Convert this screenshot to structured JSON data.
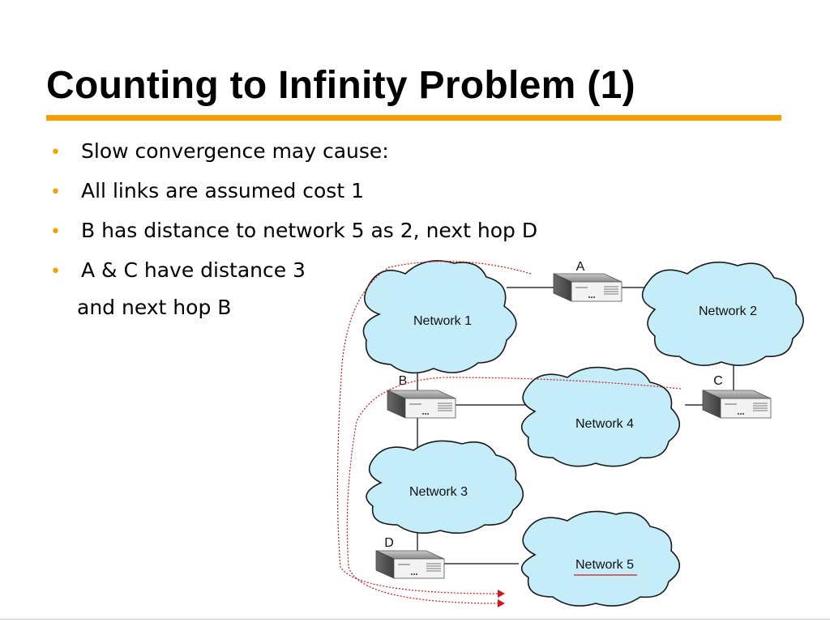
{
  "slide": {
    "title": "Counting to Infinity Problem (1)",
    "bullet_glyph": "•",
    "bullets": [
      "Slow convergence may cause:",
      "All links are assumed cost 1",
      "B has distance to network 5 as 2, next hop D",
      "A & C have distance 3"
    ],
    "continuation": "and next hop B"
  },
  "diagram": {
    "networks": {
      "n1": "Network 1",
      "n2": "Network 2",
      "n3": "Network 3",
      "n4": "Network 4",
      "n5": "Network 5"
    },
    "routers": {
      "a": "A",
      "b": "B",
      "c": "C",
      "d": "D"
    }
  },
  "colors": {
    "accent": "#f5a000",
    "cloud_fill": "#c4ecf9",
    "path_red": "#d01818"
  }
}
